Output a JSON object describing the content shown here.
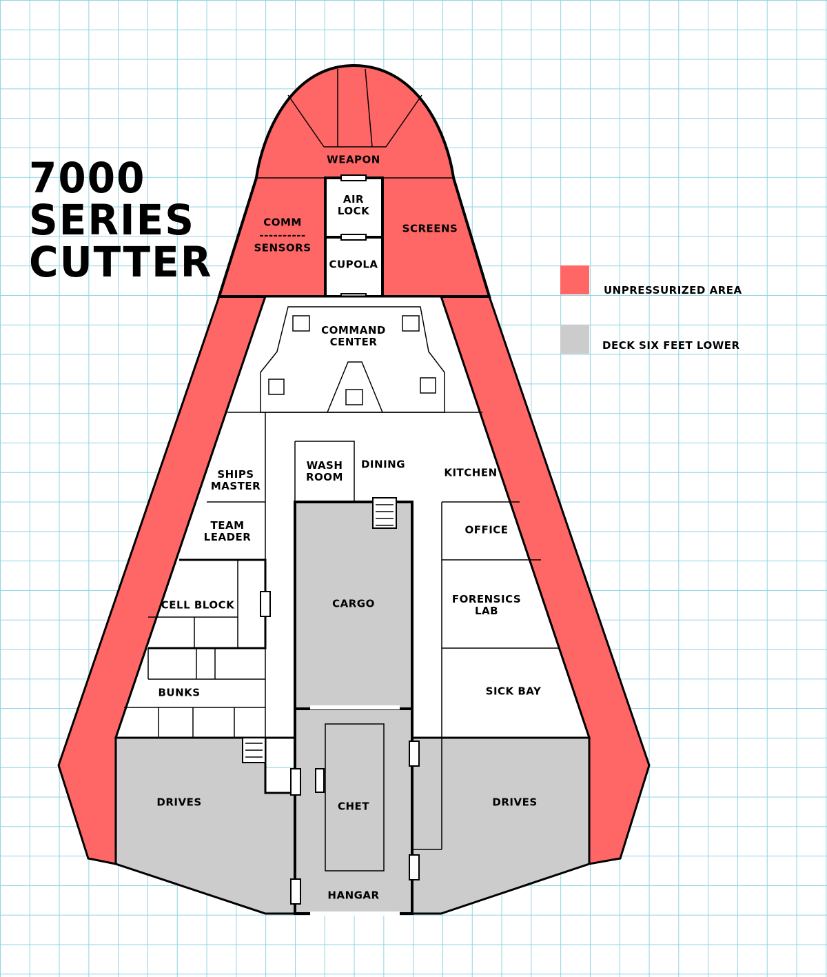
{
  "title": {
    "line1": "7000",
    "line2": "SERIES",
    "line3": "CUTTER"
  },
  "legend": {
    "unpressurized": {
      "label": "UNPRESSURIZED AREA",
      "color": "#ff6666"
    },
    "lower_deck": {
      "label": "DECK SIX FEET LOWER",
      "color": "#cccccc"
    }
  },
  "rooms": {
    "weapon": "WEAPON",
    "air_lock": [
      "AIR",
      "LOCK"
    ],
    "comm": "COMM",
    "comm_divider": "----------",
    "sensors": "SENSORS",
    "screens": "SCREENS",
    "cupola": "CUPOLA",
    "command_center": [
      "COMMAND",
      "CENTER"
    ],
    "wash_room": [
      "WASH",
      "ROOM"
    ],
    "dining": "DINING",
    "kitchen": "KITCHEN",
    "ships_master": [
      "SHIPS",
      "MASTER"
    ],
    "team_leader": [
      "TEAM",
      "LEADER"
    ],
    "office": "OFFICE",
    "cell_block": "CELL BLOCK",
    "cargo": "CARGO",
    "forensics_lab": [
      "FORENSICS",
      "LAB"
    ],
    "bunks": "BUNKS",
    "sick_bay": "SICK BAY",
    "drives_left": "DRIVES",
    "chet": "CHET",
    "drives_right": "DRIVES",
    "hangar": "HANGAR"
  },
  "colors": {
    "hull": "#ff6666",
    "lower": "#cccccc",
    "wall": "#000000",
    "grid": "#8fd3e3"
  }
}
